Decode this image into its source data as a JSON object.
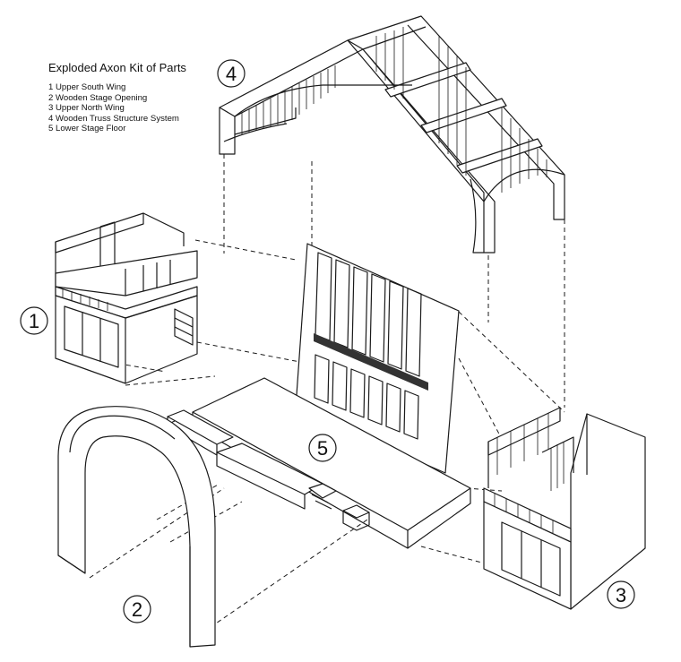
{
  "legend": {
    "title": "Exploded Axon Kit of Parts",
    "items": [
      "1 Upper South Wing",
      "2 Wooden Stage Opening",
      "3 Upper North Wing",
      "4 Wooden Truss Structure System",
      "5 Lower Stage Floor"
    ]
  },
  "callouts": {
    "upper_south_wing": "1",
    "wooden_stage_opening": "2",
    "upper_north_wing": "3",
    "wooden_truss_structure": "4",
    "lower_stage_floor": "5"
  },
  "colors": {
    "ink": "#1a1a1a",
    "paper": "#ffffff",
    "dark_band": "#333333"
  }
}
